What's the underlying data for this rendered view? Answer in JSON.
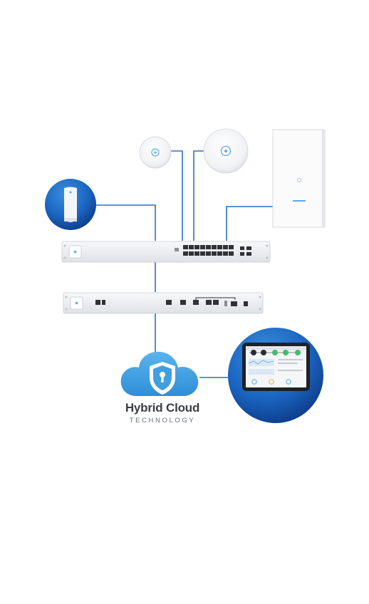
{
  "diagram": {
    "devices": [
      {
        "id": "ap-small",
        "icon": "access-point-small-icon"
      },
      {
        "id": "ap-large",
        "icon": "access-point-large-icon"
      },
      {
        "id": "ap-outdoor",
        "icon": "outdoor-access-point-icon"
      },
      {
        "id": "ap-mesh",
        "icon": "mesh-access-point-icon"
      },
      {
        "id": "switch",
        "icon": "network-switch-icon"
      },
      {
        "id": "gateway",
        "icon": "security-gateway-icon"
      },
      {
        "id": "cloud",
        "icon": "cloud-lock-icon"
      },
      {
        "id": "tablet",
        "icon": "tablet-dashboard-icon"
      }
    ],
    "cloud_label": {
      "title": "Hybrid Cloud",
      "subtitle": "TECHNOLOGY"
    },
    "colors": {
      "link_line": "#2d6fb8",
      "cloud": "#3f9fe0",
      "badge_blue": "#1a6bc4",
      "badge_dark": "#0f3f8c",
      "device_gray": "#eceef1"
    }
  }
}
